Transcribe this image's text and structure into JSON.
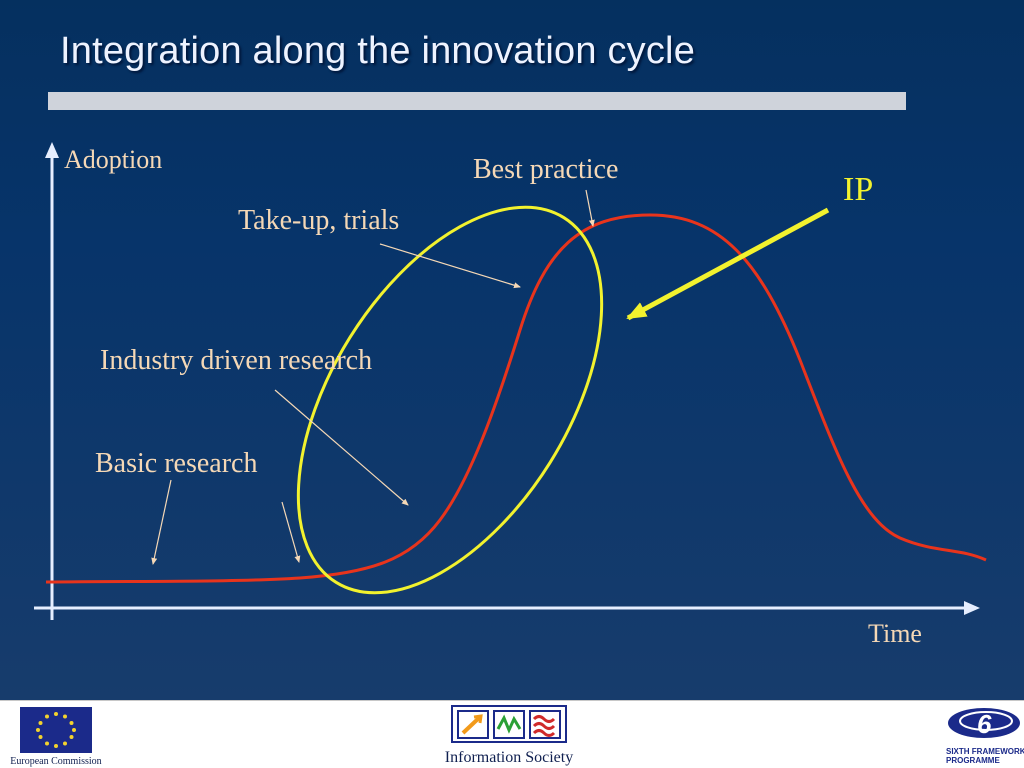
{
  "slide": {
    "title": "Integration along the innovation cycle",
    "colors": {
      "background_top": "#05305f",
      "background_bottom": "#173c6c",
      "curve": "#e8341c",
      "ellipse": "#f2f22e",
      "ip_arrow": "#f2f22e",
      "axes": "#e6eeff",
      "label_text": "#f5d8b6",
      "pointer": "#f5d8b6",
      "title_bar": "#cfd3db"
    }
  },
  "diagram": {
    "axis_y_label": "Adoption",
    "axis_x_label": "Time",
    "stages": {
      "basic_research": "Basic research",
      "industry_driven_research": "Industry driven research",
      "take_up_trials": "Take-up, trials",
      "best_practice": "Best practice"
    },
    "highlight_label": "IP"
  },
  "footer": {
    "ec_caption": "European Commission",
    "infosoc_caption": "Information Society",
    "fp6_caption_line1": "SIXTH FRAMEWORK",
    "fp6_caption_line2": "PROGRAMME",
    "fp6_number": "6"
  }
}
